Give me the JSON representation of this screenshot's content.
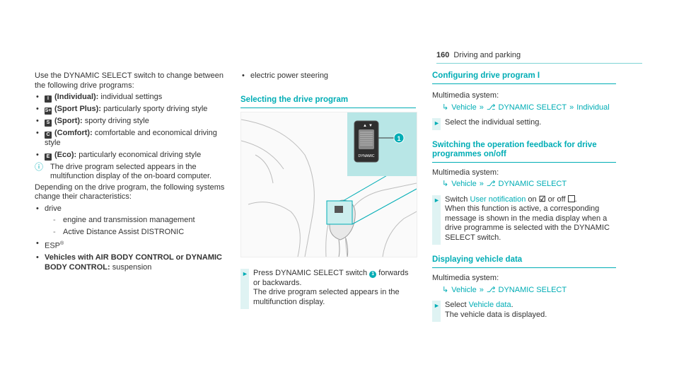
{
  "header": {
    "page_number": "160",
    "section": "Driving and parking"
  },
  "col1": {
    "intro": "Use the DYNAMIC SELECT switch to change between the following drive programs:",
    "programs": [
      {
        "key": "I",
        "name": "(Individual):",
        "desc": "individual settings"
      },
      {
        "key": "S+",
        "name": "(Sport Plus):",
        "desc": "particularly sporty driving style"
      },
      {
        "key": "S",
        "name": "(Sport):",
        "desc": "sporty driving style"
      },
      {
        "key": "C",
        "name": "(Comfort):",
        "desc": "comfortable and economical driving style"
      },
      {
        "key": "E",
        "name": "(Eco):",
        "desc": "particularly economical driving style"
      }
    ],
    "note": "The drive program selected appears in the multifunction display of the on-board computer.",
    "depending": "Depending on the drive program, the following systems change their characteristics:",
    "systems": {
      "drive": "drive",
      "drive_sub": [
        "engine and transmission management",
        "Active Distance Assist DISTRONIC"
      ],
      "esp": "ESP",
      "esp_sup": "®",
      "abc": "Vehicles with AIR BODY CONTROL or DYNAMIC BODY CONTROL:",
      "abc_desc": "suspension"
    }
  },
  "col2": {
    "bullet_steering": "electric power steering",
    "h_selecting": "Selecting the drive program",
    "figure": {
      "switch_label": "DYNAMIC",
      "callout": "1"
    },
    "step1_a": "Press DYNAMIC SELECT switch",
    "step1_num": "1",
    "step1_b": "forwards or backwards.",
    "step1_c": "The drive program selected appears in the multifunction display."
  },
  "col3": {
    "h_configuring": "Configuring drive program I",
    "multimedia": "Multimedia system:",
    "cfg_path": {
      "vehicle": "Vehicle",
      "dynamic": "DYNAMIC SELECT",
      "individual": "Individual"
    },
    "cfg_step": "Select the individual setting.",
    "h_switching": "Switching the operation feedback for drive programmes on/off",
    "sw_path": {
      "vehicle": "Vehicle",
      "dynamic": "DYNAMIC SELECT"
    },
    "sw_step_a": "Switch",
    "sw_step_link": "User notification",
    "sw_step_on": "on",
    "sw_step_off": "or off",
    "sw_step_b": "When this function is active, a corresponding message is shown in the media display when a drive programme is selected with the DYNAMIC SELECT switch.",
    "h_displaying": "Displaying vehicle data",
    "dv_path": {
      "vehicle": "Vehicle",
      "dynamic": "DYNAMIC SELECT"
    },
    "dv_step_a": "Select",
    "dv_step_link": "Vehicle data",
    "dv_step_b": "The vehicle data is displayed."
  },
  "colors": {
    "accent": "#00adb5",
    "text": "#333333"
  },
  "icons": [
    "info-icon",
    "menu-arrow-icon",
    "double-chevron-icon",
    "seat-icon",
    "step-triangle-icon",
    "checkbox-checked-icon",
    "checkbox-empty-icon"
  ]
}
